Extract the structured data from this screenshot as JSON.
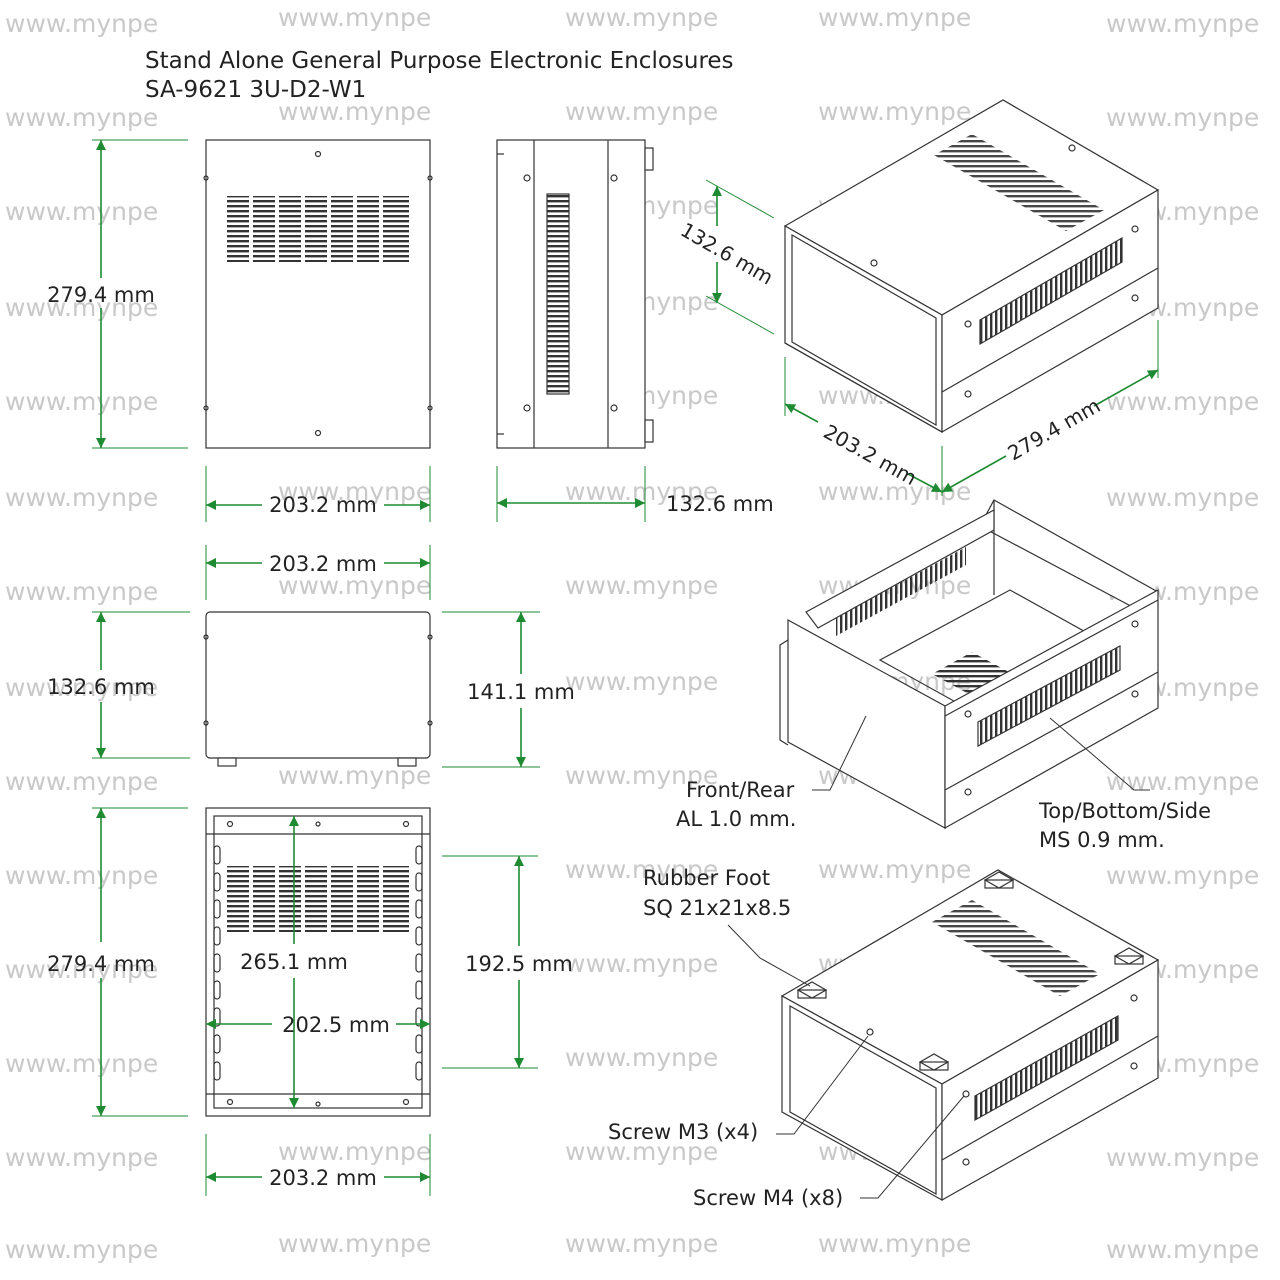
{
  "title": {
    "line1": "Stand Alone General Purpose Electronic Enclosures",
    "line2": "SA-9621 3U-D2-W1"
  },
  "watermark": "www.mynpe",
  "colors": {
    "dimension": "#1e8b32",
    "line": "#333333",
    "watermark": "#c9c9c9"
  },
  "dimensions": {
    "top_height": "279.4 mm",
    "top_width": "203.2 mm",
    "side_depth": "132.6 mm",
    "iso_height": "132.6 mm",
    "iso_width": "203.2 mm",
    "iso_depth": "279.4 mm",
    "front_width": "203.2 mm",
    "front_height": "132.6 mm",
    "front_total_height": "141.1 mm",
    "bottom_depth": "279.4 mm",
    "bottom_inner_depth": "265.1 mm",
    "bottom_inner_width": "202.5 mm",
    "bottom_side_depth": "192.5 mm",
    "bottom_width": "203.2 mm"
  },
  "callouts": {
    "front_rear_1": "Front/Rear",
    "front_rear_2": "AL 1.0 mm.",
    "panels_1": "Top/Bottom/Side",
    "panels_2": "MS 0.9 mm.",
    "foot_1": "Rubber Foot",
    "foot_2": "SQ 21x21x8.5",
    "screw_m3": "Screw M3 (x4)",
    "screw_m4": "Screw M4 (x8)"
  }
}
